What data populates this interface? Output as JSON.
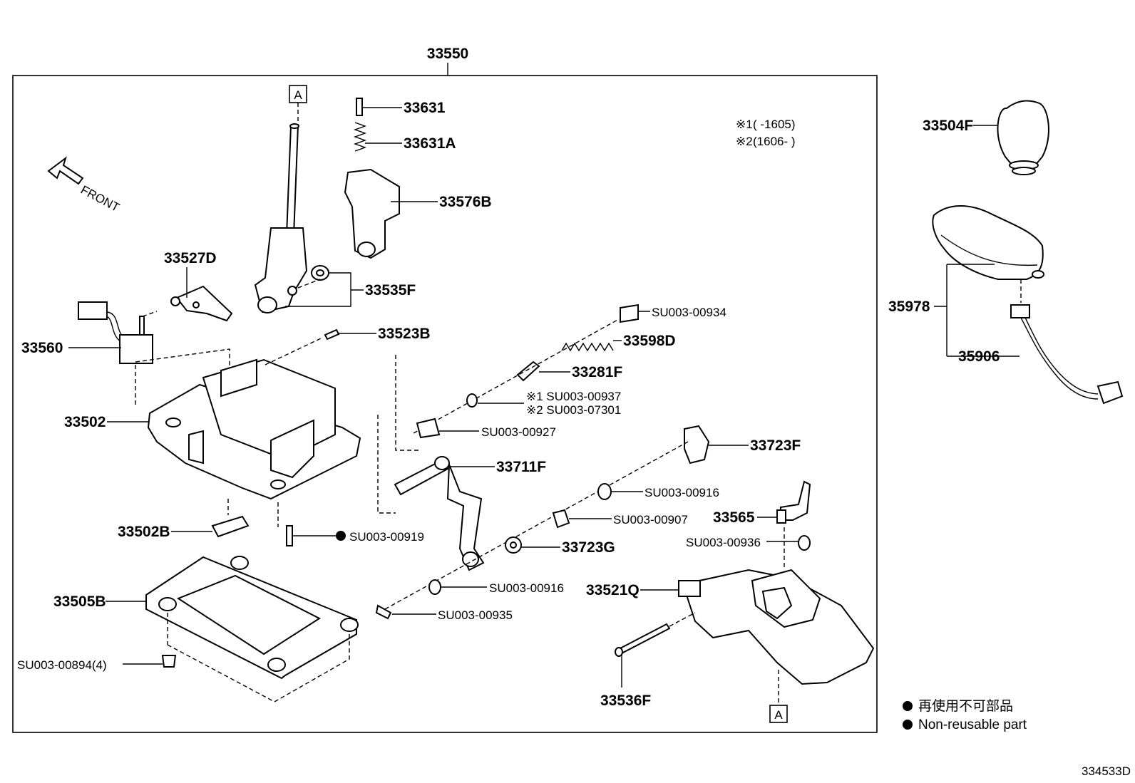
{
  "assembly_label": "33550",
  "front_label": "FRONT",
  "ref_marker": "A",
  "notes": [
    {
      "mark": "※1",
      "text": "(      -1605)"
    },
    {
      "mark": "※2",
      "text": "(1606-      )"
    }
  ],
  "parts": {
    "p33631": "33631",
    "p33631A": "33631A",
    "p33576B": "33576B",
    "p33535F": "33535F",
    "p33527D": "33527D",
    "p33560": "33560",
    "p33523B": "33523B",
    "p33502": "33502",
    "p33502B": "33502B",
    "p33505B": "33505B",
    "su00894": "SU003-00894(4)",
    "su00919": "SU003-00919",
    "su00934": "SU003-00934",
    "p33598D": "33598D",
    "p33281F": "33281F",
    "su00937": "※1 SU003-00937",
    "su07301": "※2 SU003-07301",
    "su00927": "SU003-00927",
    "p33711F": "33711F",
    "p33723F": "33723F",
    "su00916a": "SU003-00916",
    "su00907": "SU003-00907",
    "p33723G": "33723G",
    "su00916b": "SU003-00916",
    "su00935": "SU003-00935",
    "p33565": "33565",
    "su00936": "SU003-00936",
    "p33521Q": "33521Q",
    "p33536F": "33536F",
    "p33504F": "33504F",
    "p35978": "35978",
    "p35906": "35906"
  },
  "legend": {
    "jp": "再使用不可部品",
    "en": "Non-reusable part"
  },
  "diagram_id": "334533D"
}
